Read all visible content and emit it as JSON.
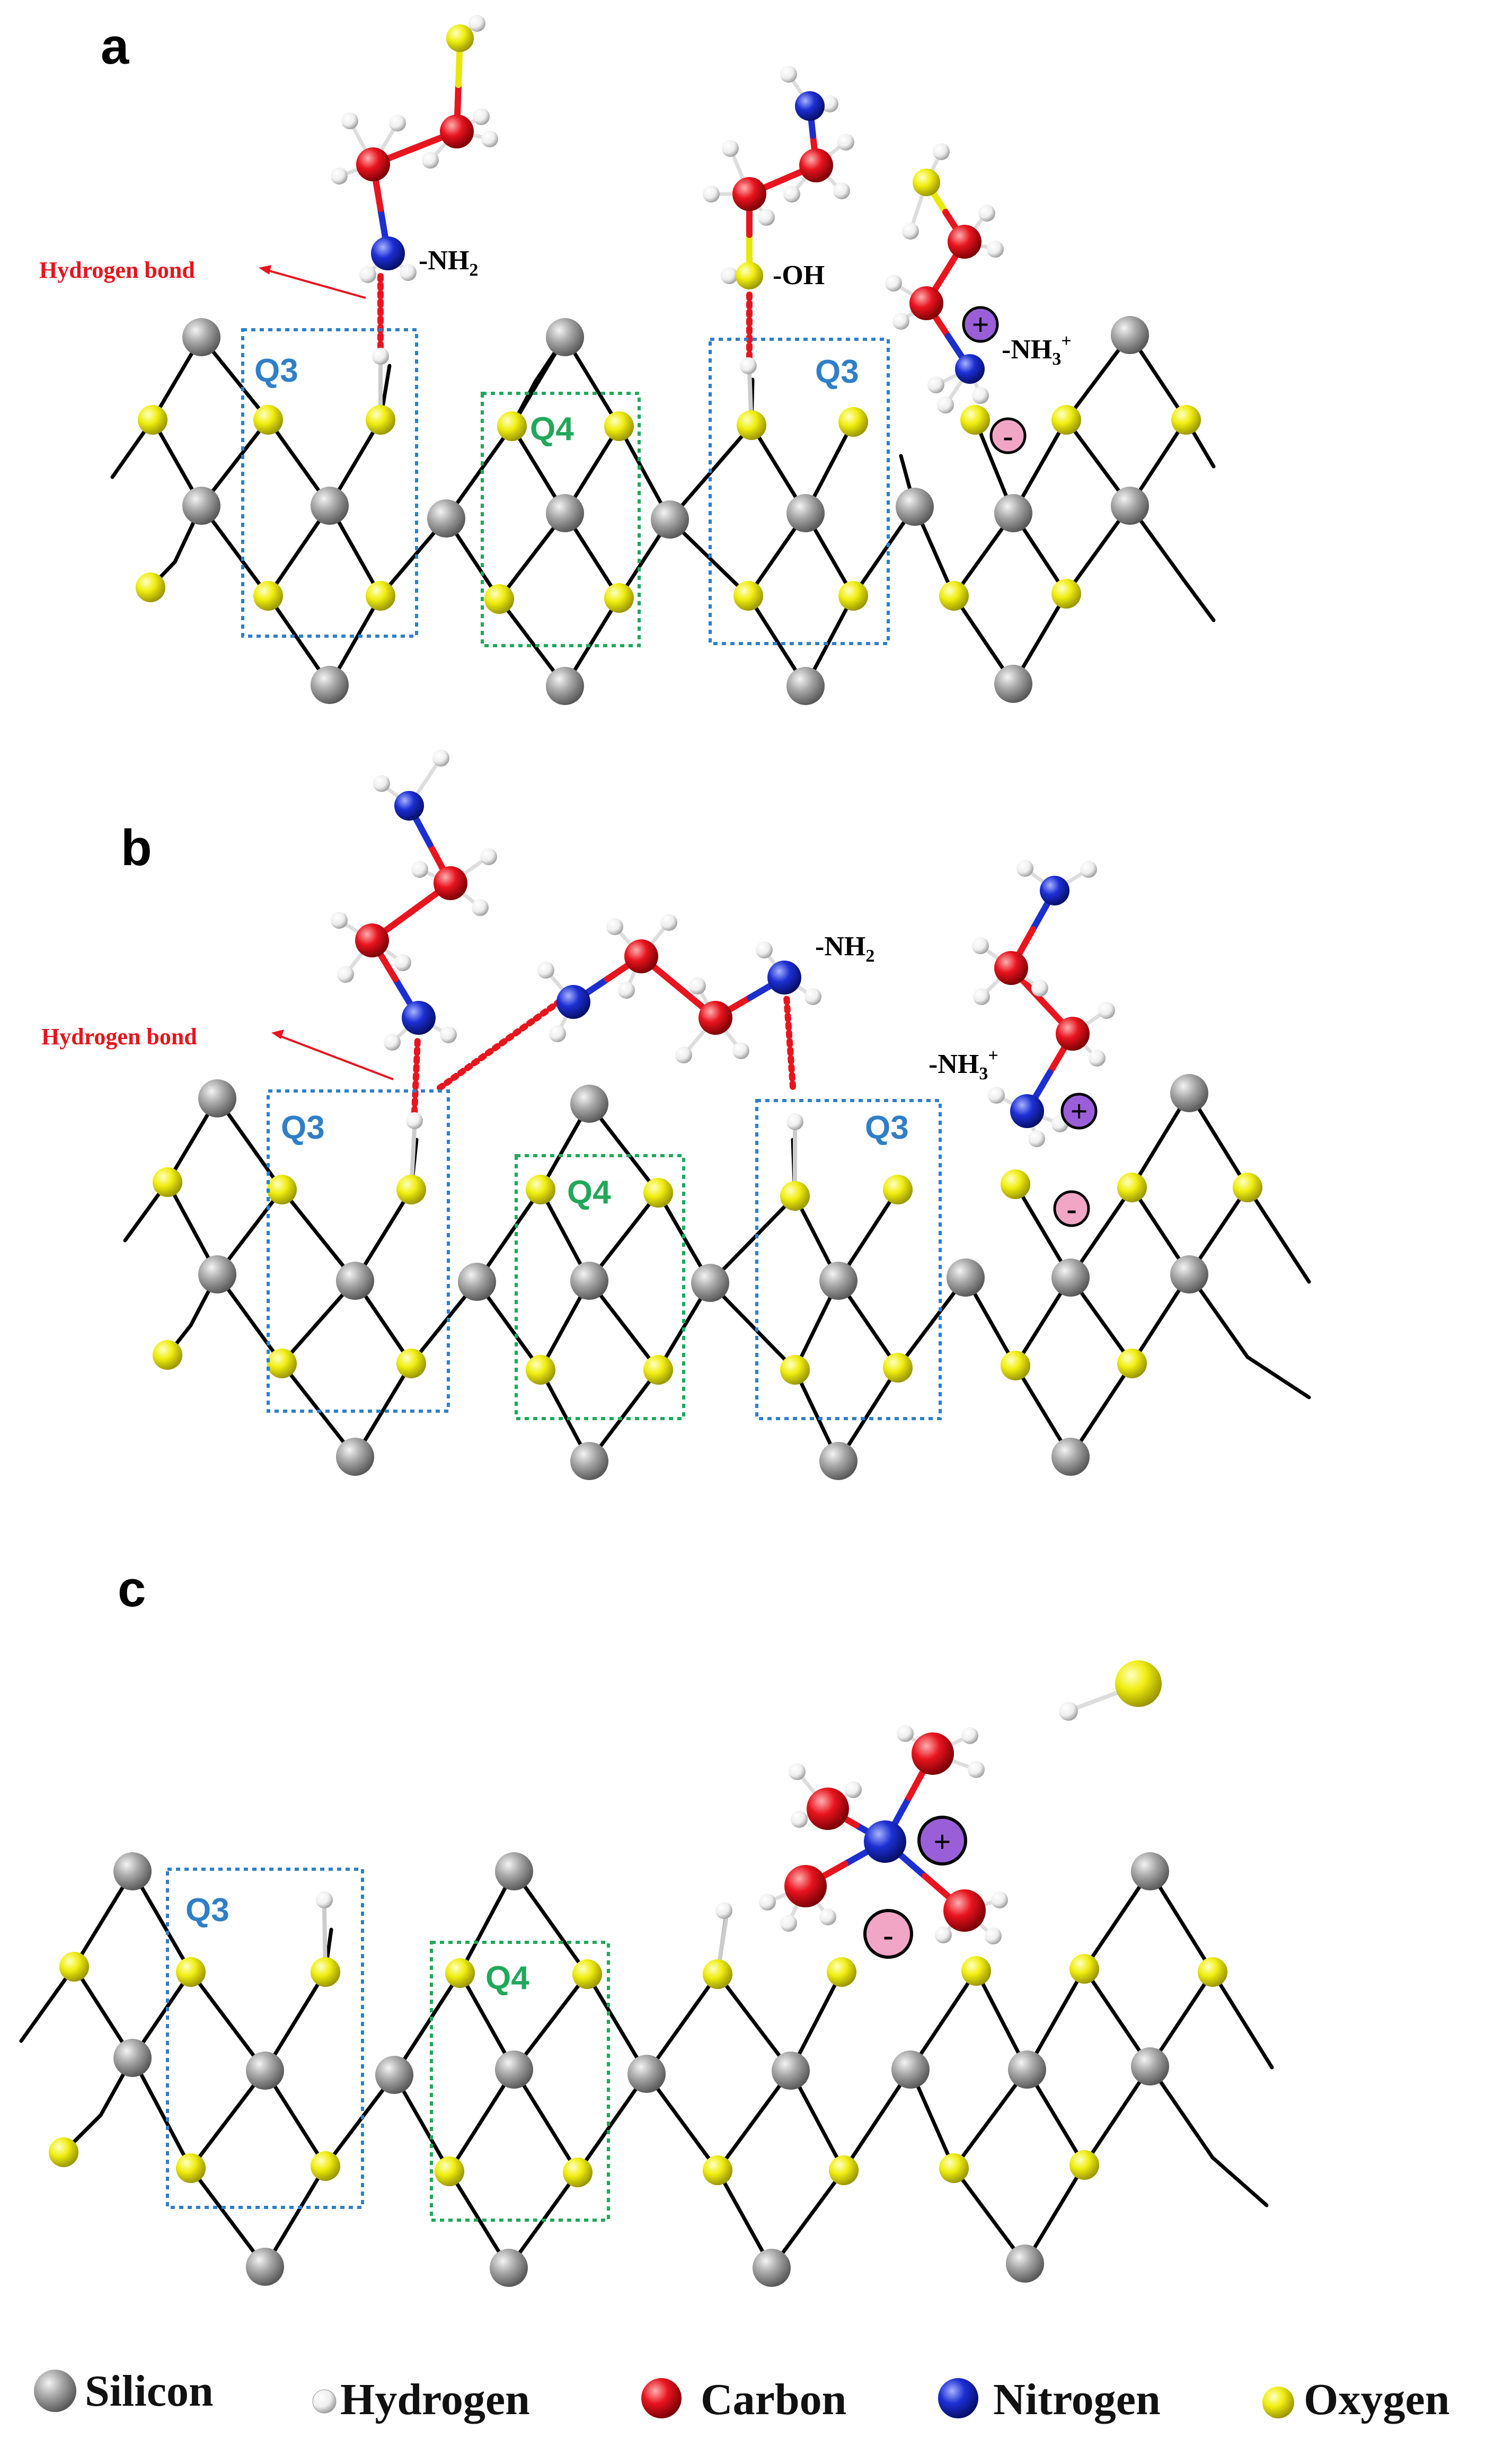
{
  "figure": {
    "panels": [
      {
        "letter": "a",
        "hydrogen_bond_label": "Hydrogen bond",
        "q3_left": "Q3",
        "q4": "Q4",
        "q3_right": "Q3",
        "group_nh2": "-NH",
        "group_nh2_sub": "2",
        "group_oh": "-OH",
        "group_nh3": "-NH",
        "group_nh3_sub": "3",
        "group_nh3_sup": "+",
        "plus": "+",
        "minus": "-"
      },
      {
        "letter": "b",
        "hydrogen_bond_label": "Hydrogen bond",
        "q3_left": "Q3",
        "q4": "Q4",
        "q3_right": "Q3",
        "group_nh2": "-NH",
        "group_nh2_sub": "2",
        "group_nh3": "-NH",
        "group_nh3_sub": "3",
        "group_nh3_sup": "+",
        "plus": "+",
        "minus": "-"
      },
      {
        "letter": "c",
        "q3_left": "Q3",
        "q4": "Q4",
        "plus": "+",
        "minus": "-"
      }
    ],
    "legend": [
      {
        "label": "Silicon",
        "atom": "silicon"
      },
      {
        "label": "Hydrogen",
        "atom": "hydrogen"
      },
      {
        "label": "Carbon",
        "atom": "carbon"
      },
      {
        "label": "Nitrogen",
        "atom": "nitrogen"
      },
      {
        "label": "Oxygen",
        "atom": "oxygen"
      }
    ],
    "colors": {
      "silicon": "#8e8e8e",
      "hydrogen": "#f2f2f2",
      "carbon": "#e0161e",
      "nitrogen": "#1c2fcf",
      "oxygen": "#e8e80a",
      "q3_box": "#2f7fc8",
      "q4_box": "#21a85a",
      "hydrogen_bond": "#e8141e",
      "plus_charge": "#9a5fd8",
      "minus_charge": "#f2a6c6"
    }
  }
}
